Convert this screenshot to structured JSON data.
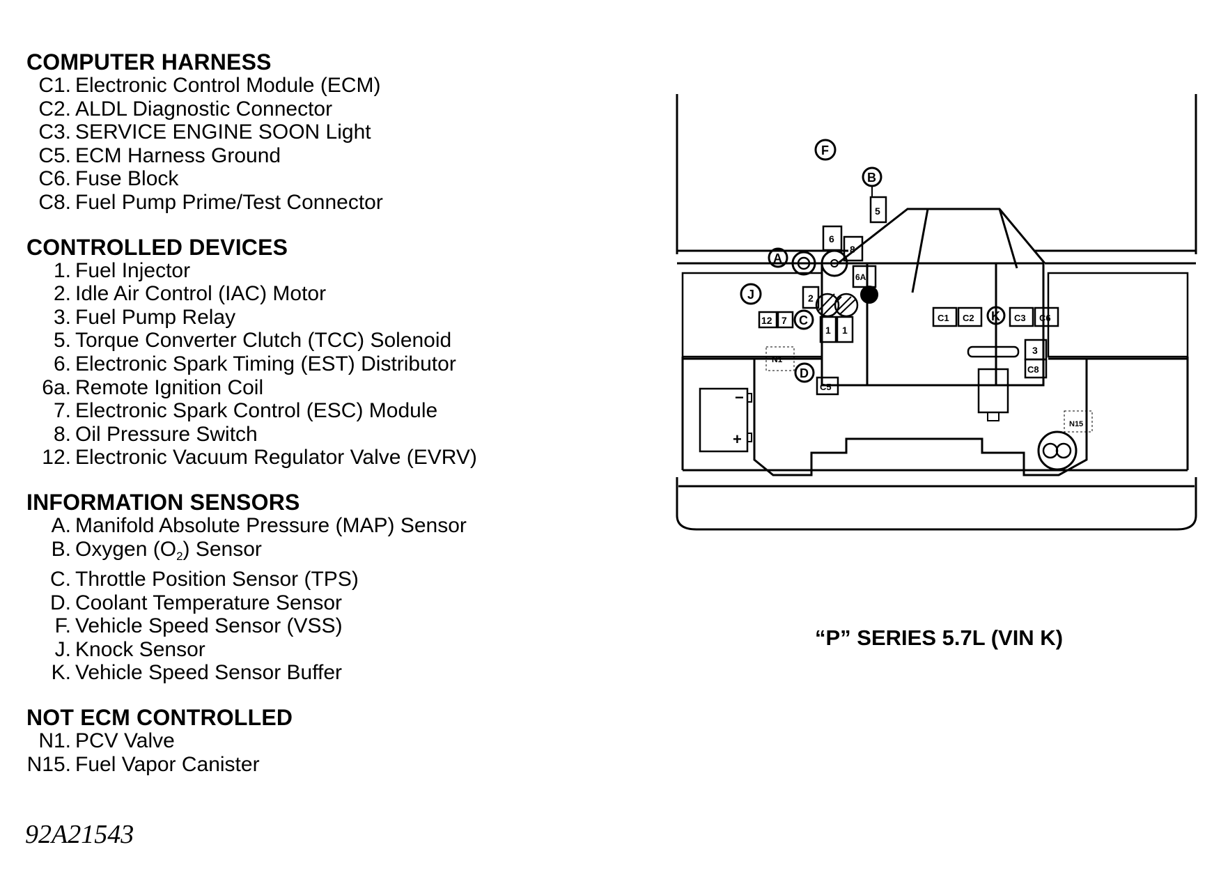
{
  "legend": {
    "computer_harness": {
      "title": "COMPUTER HARNESS",
      "items": [
        {
          "code": "C1.",
          "label": "Electronic Control Module (ECM)"
        },
        {
          "code": "C2.",
          "label": "ALDL Diagnostic Connector"
        },
        {
          "code": "C3.",
          "label": "SERVICE ENGINE SOON Light"
        },
        {
          "code": "C5.",
          "label": "ECM Harness Ground"
        },
        {
          "code": "C6.",
          "label": "Fuse Block"
        },
        {
          "code": "C8.",
          "label": "Fuel Pump Prime/Test Connector"
        }
      ]
    },
    "controlled_devices": {
      "title": "CONTROLLED DEVICES",
      "items": [
        {
          "code": "1.",
          "label": "Fuel Injector"
        },
        {
          "code": "2.",
          "label": "Idle Air Control (IAC) Motor"
        },
        {
          "code": "3.",
          "label": "Fuel Pump Relay"
        },
        {
          "code": "5.",
          "label": "Torque Converter Clutch (TCC) Solenoid"
        },
        {
          "code": "6.",
          "label": "Electronic Spark Timing (EST) Distributor"
        },
        {
          "code": "6a.",
          "label": "Remote Ignition Coil"
        },
        {
          "code": "7.",
          "label": "Electronic Spark Control (ESC) Module"
        },
        {
          "code": "8.",
          "label": "Oil Pressure Switch"
        },
        {
          "code": "12.",
          "label": "Electronic Vacuum Regulator Valve (EVRV)"
        }
      ]
    },
    "information_sensors": {
      "title": "INFORMATION SENSORS",
      "items": [
        {
          "code": "A.",
          "label": "Manifold Absolute Pressure (MAP) Sensor"
        },
        {
          "code": "B.",
          "label_pre": "Oxygen (O",
          "label_sub": "2",
          "label_post": ") Sensor"
        },
        {
          "code": "C.",
          "label": "Throttle Position Sensor (TPS)"
        },
        {
          "code": "D.",
          "label": "Coolant Temperature Sensor"
        },
        {
          "code": "F.",
          "label": "Vehicle Speed Sensor (VSS)"
        },
        {
          "code": "J.",
          "label": "Knock Sensor"
        },
        {
          "code": "K.",
          "label": "Vehicle Speed Sensor Buffer"
        }
      ]
    },
    "not_ecm_controlled": {
      "title": "NOT ECM CONTROLLED",
      "items": [
        {
          "code": "N1.",
          "label": "PCV Valve"
        },
        {
          "code": "N15.",
          "label": "Fuel Vapor Canister"
        }
      ]
    }
  },
  "diagram": {
    "caption": "“P” SERIES 5.7L (VIN K)",
    "callouts": {
      "F": "F",
      "B": "B",
      "A": "A",
      "J": "J",
      "C": "C",
      "D": "D",
      "K": "K",
      "n5": "5",
      "n6": "6",
      "n8": "8",
      "n6a": "6A",
      "n2": "2",
      "n12": "12",
      "n7": "7",
      "n1a": "1",
      "n1b": "1",
      "N1": "N1",
      "C5": "C5",
      "C1": "C1",
      "C2": "C2",
      "C3": "C3",
      "C6": "C6",
      "n3": "3",
      "C8": "C8",
      "N15": "N15",
      "minus": "−",
      "plus": "+"
    }
  },
  "figure_id": "92A21543"
}
